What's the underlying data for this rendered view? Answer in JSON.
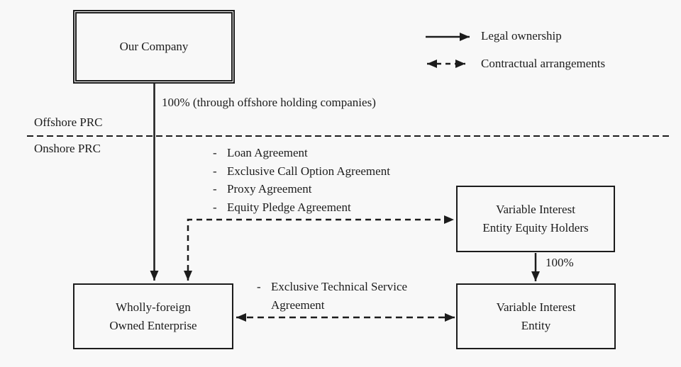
{
  "diagram": {
    "colors": {
      "ink": "#1c1c1c",
      "background": "#f8f8f8"
    },
    "legend": {
      "legal_label": "Legal ownership",
      "contractual_label": "Contractual arrangements"
    },
    "regions": {
      "offshore_label": "Offshore PRC",
      "onshore_label": "Onshore PRC"
    },
    "nodes": {
      "our_company": "Our Company",
      "vie_equity_holders": "Variable Interest\nEntity Equity Holders",
      "wfoe": "Wholly-foreign\nOwned Enterprise",
      "vie": "Variable Interest\nEntity"
    },
    "edges": {
      "offshore_ownership_label": "100% (through offshore holding companies)",
      "vie_ownership_label": "100%",
      "bullet": "-",
      "agreements": [
        "Loan Agreement",
        "Exclusive Call Option Agreement",
        "Proxy Agreement",
        "Equity Pledge Agreement"
      ],
      "service_agreement": "Exclusive Technical Service\nAgreement"
    }
  }
}
